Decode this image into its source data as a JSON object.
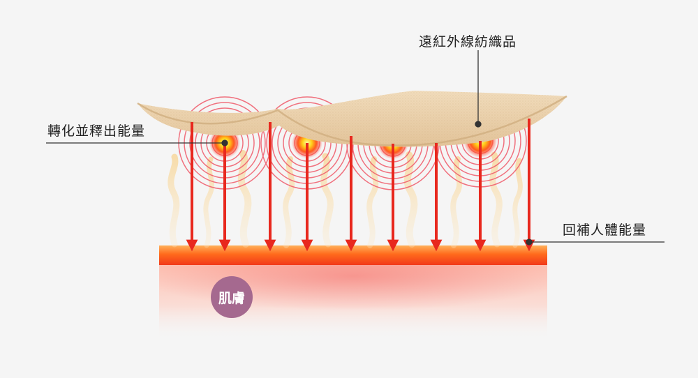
{
  "labels": {
    "textile": "遠紅外線紡織品",
    "convert": "轉化並釋出能量",
    "replenish": "回補人體能量",
    "skin": "肌膚"
  },
  "colors": {
    "background": "#f5f5f5",
    "fabric": "#ead1ae",
    "arrow": "#e8281e",
    "skin_band": "#ff6a1c",
    "badge": "#a5698f"
  },
  "icons": {
    "energy_source": "glowing-orb-icon",
    "ray": "down-arrow-icon"
  }
}
